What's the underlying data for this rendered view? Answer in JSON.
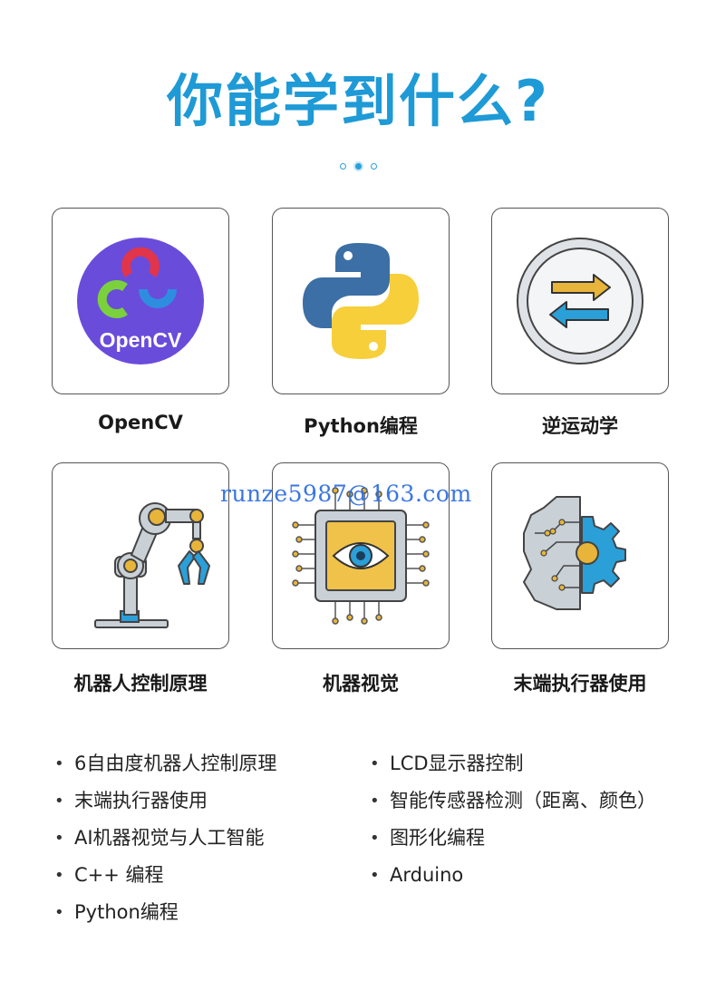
{
  "page": {
    "title": "你能学到什么?",
    "title_color": "#1e9ad6",
    "pager": {
      "pages": 3,
      "active": 2
    }
  },
  "cards": [
    {
      "icon": "opencv-logo-icon",
      "label": "OpenCV",
      "logo_text": "OpenCV"
    },
    {
      "icon": "python-logo-icon",
      "label": "Python编程"
    },
    {
      "icon": "swap-arrows-icon",
      "label": "逆运动学"
    },
    {
      "icon": "robot-arm-icon",
      "label": "机器人控制原理"
    },
    {
      "icon": "vision-chip-icon",
      "label": "机器视觉"
    },
    {
      "icon": "brain-gear-icon",
      "label": "末端执行器使用"
    }
  ],
  "watermark": "runze5987@163.com",
  "features": {
    "left": [
      "6自由度机器人控制原理",
      "末端执行器使用",
      "AI机器视觉与人工智能",
      "C++ 编程",
      "Python编程"
    ],
    "right": [
      "LCD显示器控制",
      "智能传感器检测（距离、颜色）",
      "图形化编程",
      "Arduino"
    ]
  },
  "colors": {
    "accent": "#1e9ad6",
    "opencv_bg": "#6a4cdb",
    "python_blue": "#3b6fa5",
    "python_yellow": "#f6cf3b",
    "arrow_yellow": "#e8b53a",
    "arrow_blue": "#2b9fd8"
  }
}
